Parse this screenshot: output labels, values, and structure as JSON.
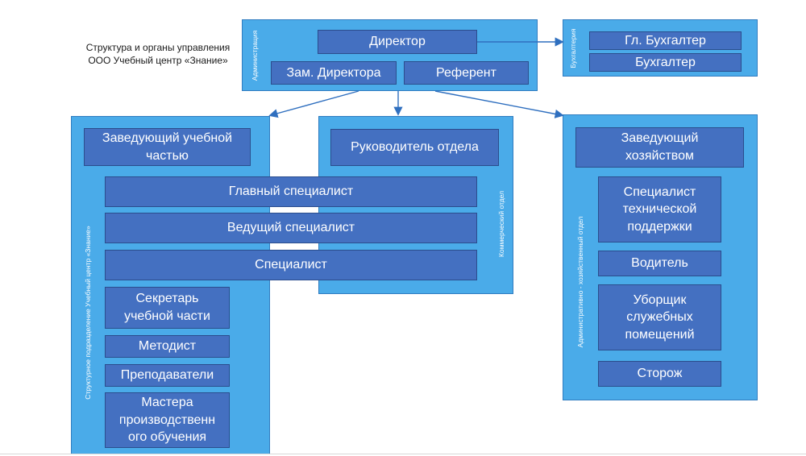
{
  "diagram": {
    "title": "Структура и органы управления\nООО Учебный центр «Знание»",
    "administration": {
      "label": "Администрация",
      "director": "Директор",
      "deputy_director": "Зам. Директора",
      "referent": "Референт"
    },
    "accounting": {
      "label": "Бухгалтерия",
      "chief_accountant": "Гл. Бухгалтер",
      "accountant": "Бухгалтер"
    },
    "education_unit": {
      "label": "Структурное подразделение Учебный центр «Знание»",
      "head_of_studies": "Заведующий учебной\nчастью",
      "secretary": "Секретарь\nучебной части",
      "methodist": "Методист",
      "teachers": "Преподаватели",
      "masters": "Мастера\nпроизводственн\nого обучения"
    },
    "shared_roles": {
      "chief_specialist": "Главный специалист",
      "leading_specialist": "Ведущий специалист",
      "specialist": "Специалист"
    },
    "commercial": {
      "label": "Коммерческий отдел",
      "head": "Руководитель отдела"
    },
    "admin_household": {
      "label": "Административно - хозяйственный отдел",
      "head": "Заведующий\nхозяйством",
      "tech_support": "Специалист\nтехнической\nподдержки",
      "driver": "Водитель",
      "cleaner": "Уборщик\nслужебных\nпомещений",
      "guard": "Сторож"
    },
    "colors": {
      "panel": "#4aabe9",
      "box": "#4470c1",
      "text": "#ffffff"
    }
  }
}
